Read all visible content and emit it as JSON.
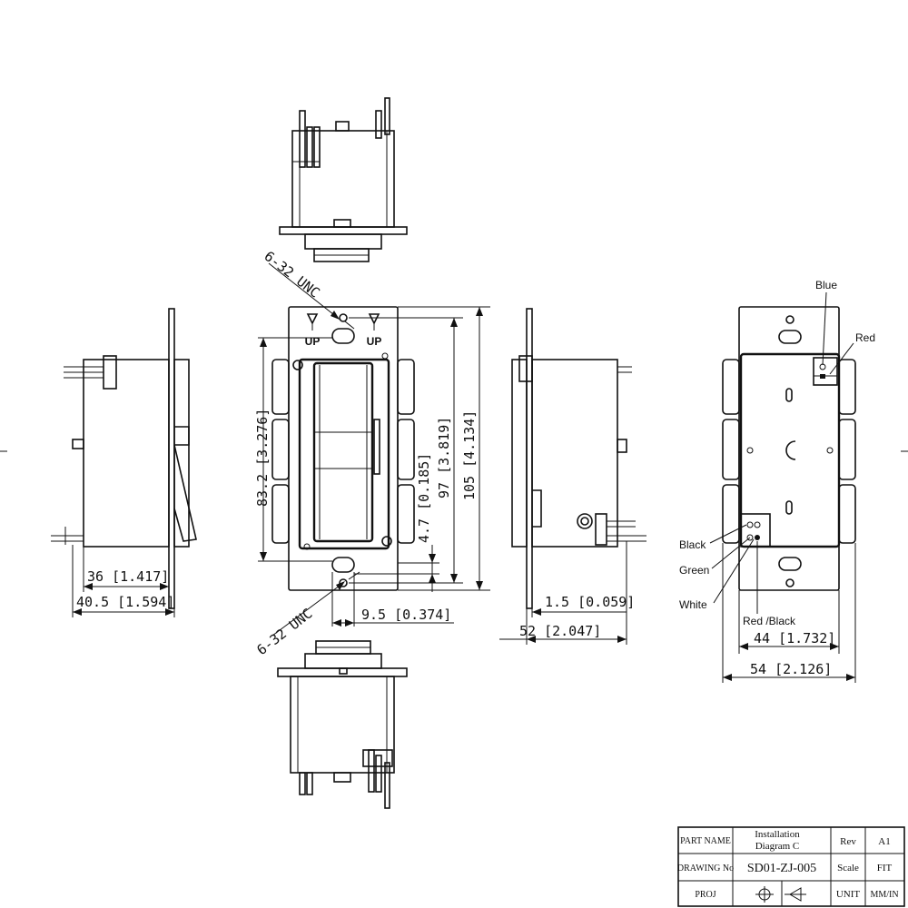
{
  "dimensions": {
    "overall_height": "105 [4.134]",
    "mount_spacing": "97 [3.819]",
    "paddle_height": "83.2 [3.276]",
    "strap_offset": "4.7 [0.185]",
    "hole_offset": "9.5 [0.374]",
    "body_depth": "36 [1.417]",
    "total_depth": "40.5 [1.594]",
    "strap_thickness": "1.5 [0.059]",
    "side_depth": "52 [2.047]",
    "back_body_width": "44 [1.732]",
    "back_total_width": "54 [2.126]"
  },
  "screw_callouts": {
    "top": "6-32 UNC",
    "bottom": "6-32 UNC"
  },
  "up_labels": [
    "UP",
    "UP"
  ],
  "wires": {
    "blue": "Blue",
    "red": "Red",
    "black": "Black",
    "green": "Green",
    "white": "White",
    "red_black": "Red /Black"
  },
  "title_block": {
    "part_name_label": "PART NAME",
    "part_name_line1": "Installation",
    "part_name_line2": "Diagram C",
    "rev_label": "Rev",
    "rev_value": "A1",
    "drawing_no_label": "DRAWING No",
    "drawing_no_value": "SD01-ZJ-005",
    "scale_label": "Scale",
    "scale_value": "FIT",
    "proj_label": "PROJ",
    "unit_label": "UNIT",
    "unit_value": "MM/IN"
  }
}
